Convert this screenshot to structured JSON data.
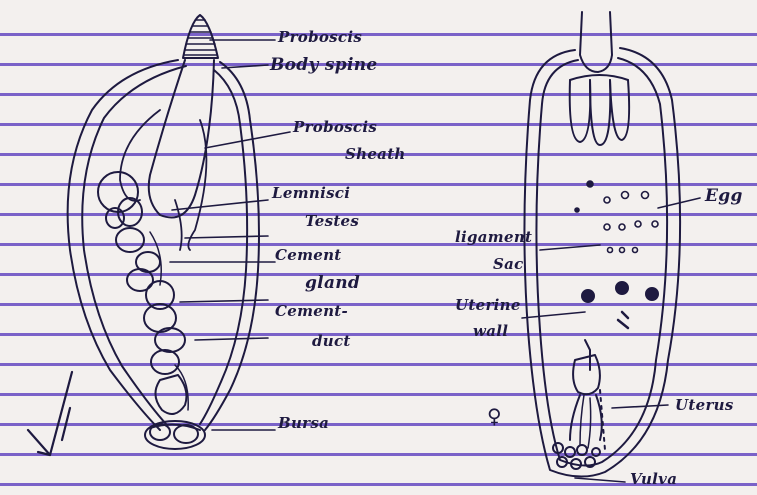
{
  "diagram": {
    "left_specimen": "male",
    "right_specimen": "female",
    "colors": {
      "ink": "#1e1a40",
      "rule_lines": "#7a62c8",
      "paper": "#f3f0ee"
    },
    "labels_left": {
      "proboscis": "Proboscis",
      "body_spine": "Body spine",
      "proboscis_sheath_1": "Proboscis",
      "proboscis_sheath_2": "Sheath",
      "lemnisci": "Lemnisci",
      "testes": "Testes",
      "cement_gland_1": "Cement",
      "cement_gland_2": "gland",
      "cement_duct_1": "Cement-",
      "cement_duct_2": "duct",
      "bursa": "Bursa"
    },
    "labels_right": {
      "egg": "Egg",
      "ligament_sac_1": "ligament",
      "ligament_sac_2": "Sac",
      "uterine_wall_1": "Uterine",
      "uterine_wall_2": "wall",
      "uterus": "Uterus",
      "vulva": "Vulva",
      "female_symbol": "♀"
    }
  }
}
